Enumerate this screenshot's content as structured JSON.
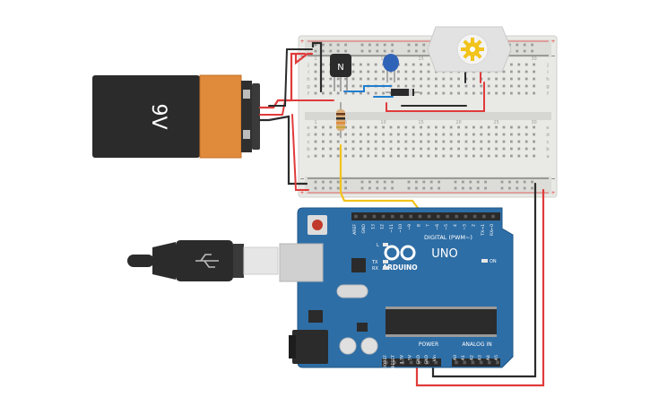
{
  "battery": {
    "label": "9V",
    "colors": {
      "body": "#2b2b2b",
      "label": "#e08a3c",
      "terminal": "#3a3a3a"
    }
  },
  "transistor": {
    "label": "N"
  },
  "breadboard": {
    "row_letters_top": [
      "j",
      "i",
      "h",
      "g",
      "f"
    ],
    "row_letters_bottom": [
      "e",
      "d",
      "c",
      "b",
      "a"
    ],
    "column_numbers": [
      "1",
      "5",
      "10",
      "15",
      "20",
      "25",
      "30"
    ],
    "rail_plus": "+",
    "rail_minus": "−"
  },
  "arduino": {
    "brand": "ARDUINO",
    "model": "UNO",
    "digital_label": "DIGITAL (PWM~)",
    "power_label": "POWER",
    "analog_label": "ANALOG IN",
    "on_label": "ON",
    "l_label": "L",
    "tx_label": "TX",
    "rx_label": "RX",
    "digital_pins": [
      "AREF",
      "GND",
      "13",
      "12",
      "~11",
      "~10",
      "~9",
      "8",
      "7",
      "~6",
      "~5",
      "4",
      "~3",
      "2",
      "TX→1",
      "RX←0"
    ],
    "power_pins": [
      "IOREF",
      "RESET",
      "3.3V",
      "5V",
      "GND",
      "GND",
      "Vin"
    ],
    "analog_pins": [
      "A0",
      "A1",
      "A2",
      "A3",
      "A4",
      "A5"
    ],
    "colors": {
      "board": "#2e6ea6",
      "board_edge": "#1f5585",
      "header": "#2a2a2a",
      "reset": "#c0392b"
    }
  },
  "wires": {
    "colors": {
      "red": "#e03b3b",
      "black": "#2b2b2b",
      "yellow": "#f2c31b",
      "blue": "#1f7fd1"
    }
  }
}
